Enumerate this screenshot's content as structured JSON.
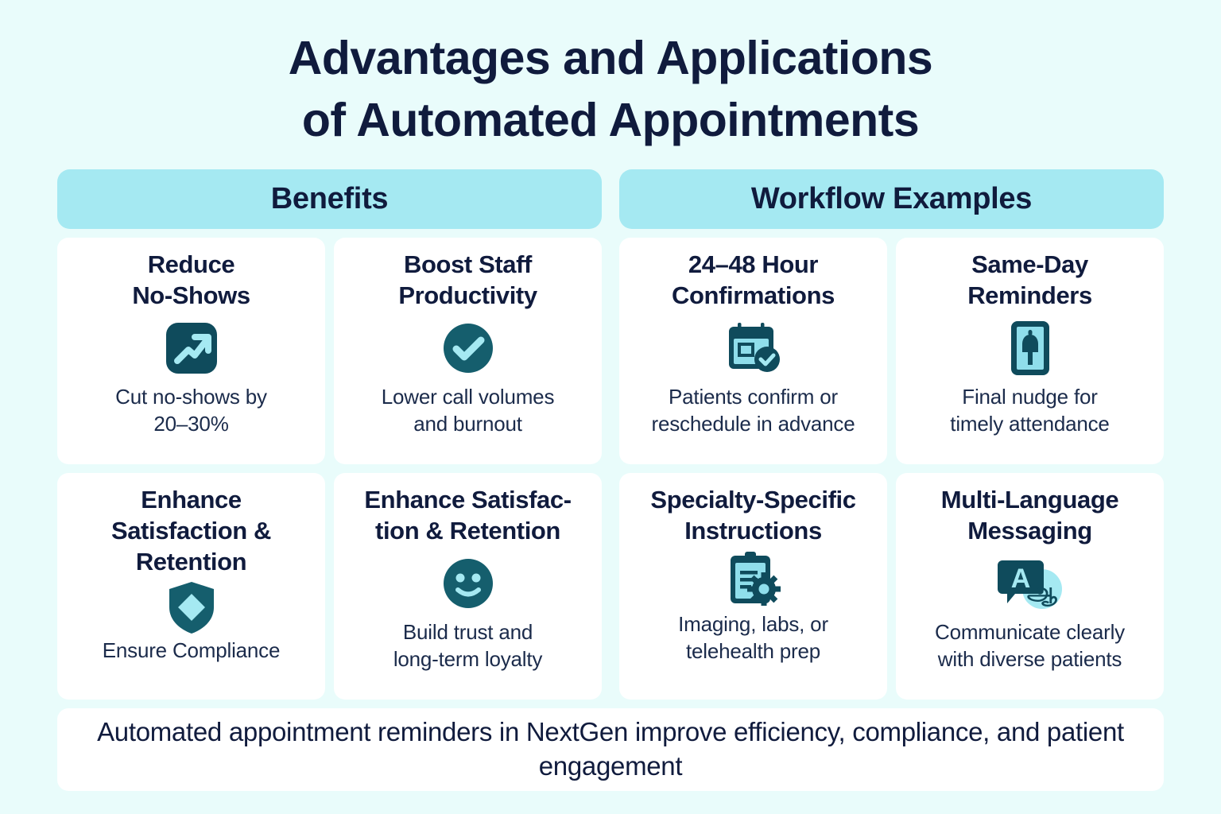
{
  "title": {
    "line1": "Advantages and Applications",
    "line2": "of Automated Appointments"
  },
  "colors": {
    "background": "#e9fcfb",
    "card_background": "#ffffff",
    "header_band": "#a5e9f2",
    "ink_dark": "#101b3d",
    "icon_dark_teal": "#0f4b5c",
    "icon_light_cyan": "#a5e9f2"
  },
  "columns": [
    {
      "header": "Benefits",
      "cards": [
        {
          "title": "Reduce\nNo-Shows",
          "icon": "trending-up-icon",
          "desc": "Cut no-shows by\n20–30%"
        },
        {
          "title": "Boost Staff\nProductivity",
          "icon": "check-circle-icon",
          "desc": "Lower call volumes\nand burnout"
        },
        {
          "title": "Enhance\nSatisfaction &\nRetention",
          "icon": "shield-diamond-icon",
          "desc": "Ensure Compliance"
        },
        {
          "title": "Enhance Satisfac-\ntion & Retention",
          "icon": "smiley-face-icon",
          "desc": "Build trust and\nlong-term loyalty"
        }
      ]
    },
    {
      "header": "Workflow Examples",
      "cards": [
        {
          "title": "24–48 Hour\nConfirmations",
          "icon": "calendar-check-icon",
          "desc": "Patients confirm or\nreschedule in advance"
        },
        {
          "title": "Same-Day\nReminders",
          "icon": "phone-bell-icon",
          "desc": "Final nudge for\ntimely attendance"
        },
        {
          "title": "Specialty-Specific\nInstructions",
          "icon": "clipboard-gear-icon",
          "desc": "Imaging, labs, or\ntelehealth prep"
        },
        {
          "title": "Multi-Language\nMessaging",
          "icon": "translate-icon",
          "desc": "Communicate clearly\nwith diverse patients"
        }
      ]
    }
  ],
  "footer": {
    "text": "Automated appointment reminders in NextGen improve efficiency, compliance, and patient engagement"
  }
}
